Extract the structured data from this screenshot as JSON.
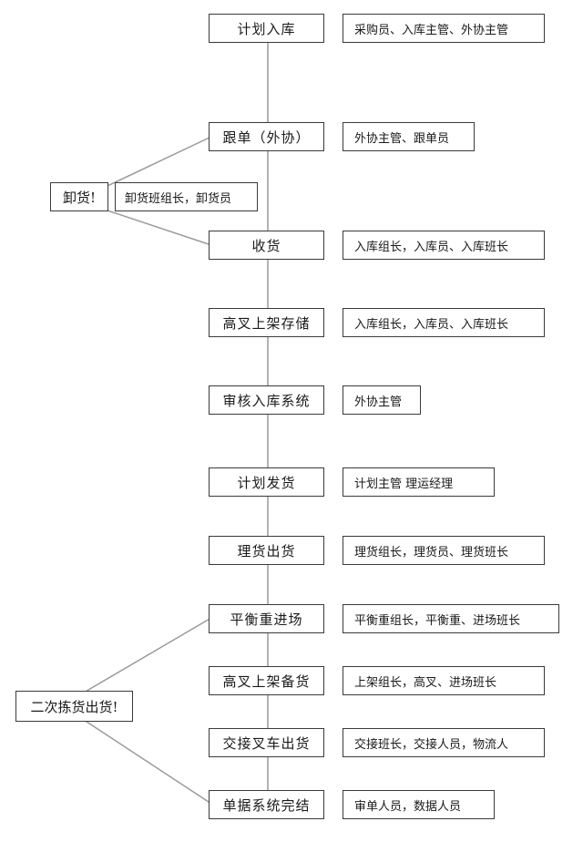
{
  "steps": [
    {
      "label": "计划入库",
      "roles": "采购员、入库主管、外协主管"
    },
    {
      "label": "跟单（外协）",
      "roles": "外协主管、跟单员"
    },
    {
      "label": "收货",
      "roles": "入库组长，入库员、入库班长"
    },
    {
      "label": "高叉上架存储",
      "roles": "入库组长，入库员、入库班长"
    },
    {
      "label": "审核入库系统",
      "roles": "外协主管"
    },
    {
      "label": "计划发货",
      "roles": "计划主管 理运经理"
    },
    {
      "label": "理货出货",
      "roles": "理货组长，理货员、理货班长"
    },
    {
      "label": "平衡重进场",
      "roles": "平衡重组长，平衡重、进场班长"
    },
    {
      "label": "高叉上架备货",
      "roles": "上架组长，高叉、进场班长"
    },
    {
      "label": "交接叉车出货",
      "roles": "交接班长，交接人员，物流人"
    },
    {
      "label": "单据系统完结",
      "roles": "审单人员，数据人员"
    }
  ],
  "branches": {
    "unloading": {
      "label": "卸货!",
      "roles": "卸货班组长，卸货员"
    },
    "second_picking": {
      "label": "二次拣货出货!"
    }
  }
}
